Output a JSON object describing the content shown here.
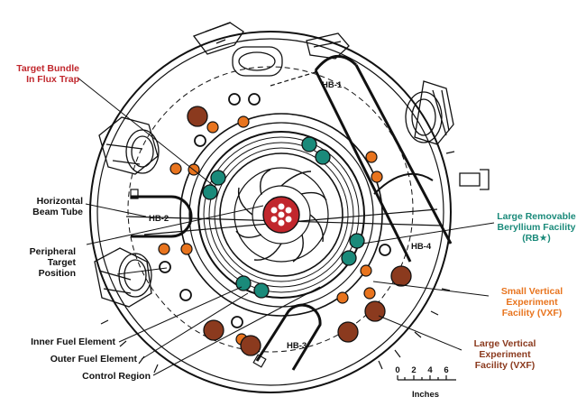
{
  "colors": {
    "target_bundle": "#c1272d",
    "beryllium": "#1a8a7a",
    "small_vxf": "#e8741e",
    "large_vxf": "#8b3a1e",
    "line": "#111111"
  },
  "labels": {
    "target_bundle": [
      "Target Bundle",
      "In Flux Trap"
    ],
    "horizontal_beam_tube": [
      "Horizontal",
      "Beam Tube"
    ],
    "peripheral_target": [
      "Peripheral",
      "Target",
      "Position"
    ],
    "inner_fuel": "Inner Fuel Element",
    "outer_fuel": "Outer Fuel Element",
    "control_region": "Control Region",
    "beryllium": [
      "Large Removable",
      "Beryllium Facility",
      "(RB★)"
    ],
    "small_vxf": [
      "Small Vertical",
      "Experiment",
      "Facility (VXF)"
    ],
    "large_vxf": [
      "Large Vertical",
      "Experiment",
      "Facility (VXF)"
    ]
  },
  "beam_tubes": {
    "hb1": "HB-1",
    "hb2": "HB-2",
    "hb3": "HB-3",
    "hb4": "HB-4"
  },
  "scale": {
    "ticks": [
      "0",
      "2",
      "4",
      "6"
    ],
    "unit": "Inches"
  }
}
